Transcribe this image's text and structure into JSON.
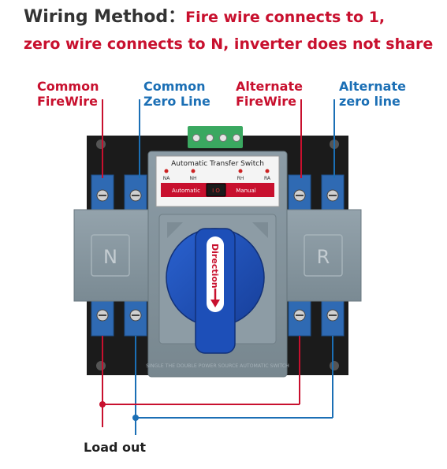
{
  "heading": {
    "method_label": "Wiring Method：",
    "line1": "Fire wire connects to 1,",
    "line2": "zero wire connects to N, inverter does not share"
  },
  "terminal_labels": [
    {
      "line1": "Common",
      "line2": "FireWire",
      "kind": "fire"
    },
    {
      "line1": "Common",
      "line2": "Zero Line",
      "kind": "zero"
    },
    {
      "line1": "Alternate",
      "line2": "FireWire",
      "kind": "fire"
    },
    {
      "line1": "Alternate",
      "line2": "zero line",
      "kind": "zero"
    }
  ],
  "device": {
    "panel_title": "Automatic Transfer Switch",
    "indicators": [
      "NA",
      "NH",
      "RH",
      "RA"
    ],
    "mode_left": "Automatic",
    "mode_right": "Manual",
    "switch_glyph": "I O",
    "side_left": "N",
    "side_right": "R",
    "knob_text": "Direction",
    "bottom_text": "SINGLE THE DOUBLE POWER SOURCE AUTOMATIC SWITCH"
  },
  "load_label": "Load out",
  "colors": {
    "fire": "#c8102e",
    "zero": "#1b6fb5",
    "body": "#8696a0",
    "knob": "#1d4fb8",
    "terminal": "#2f6ab3"
  }
}
